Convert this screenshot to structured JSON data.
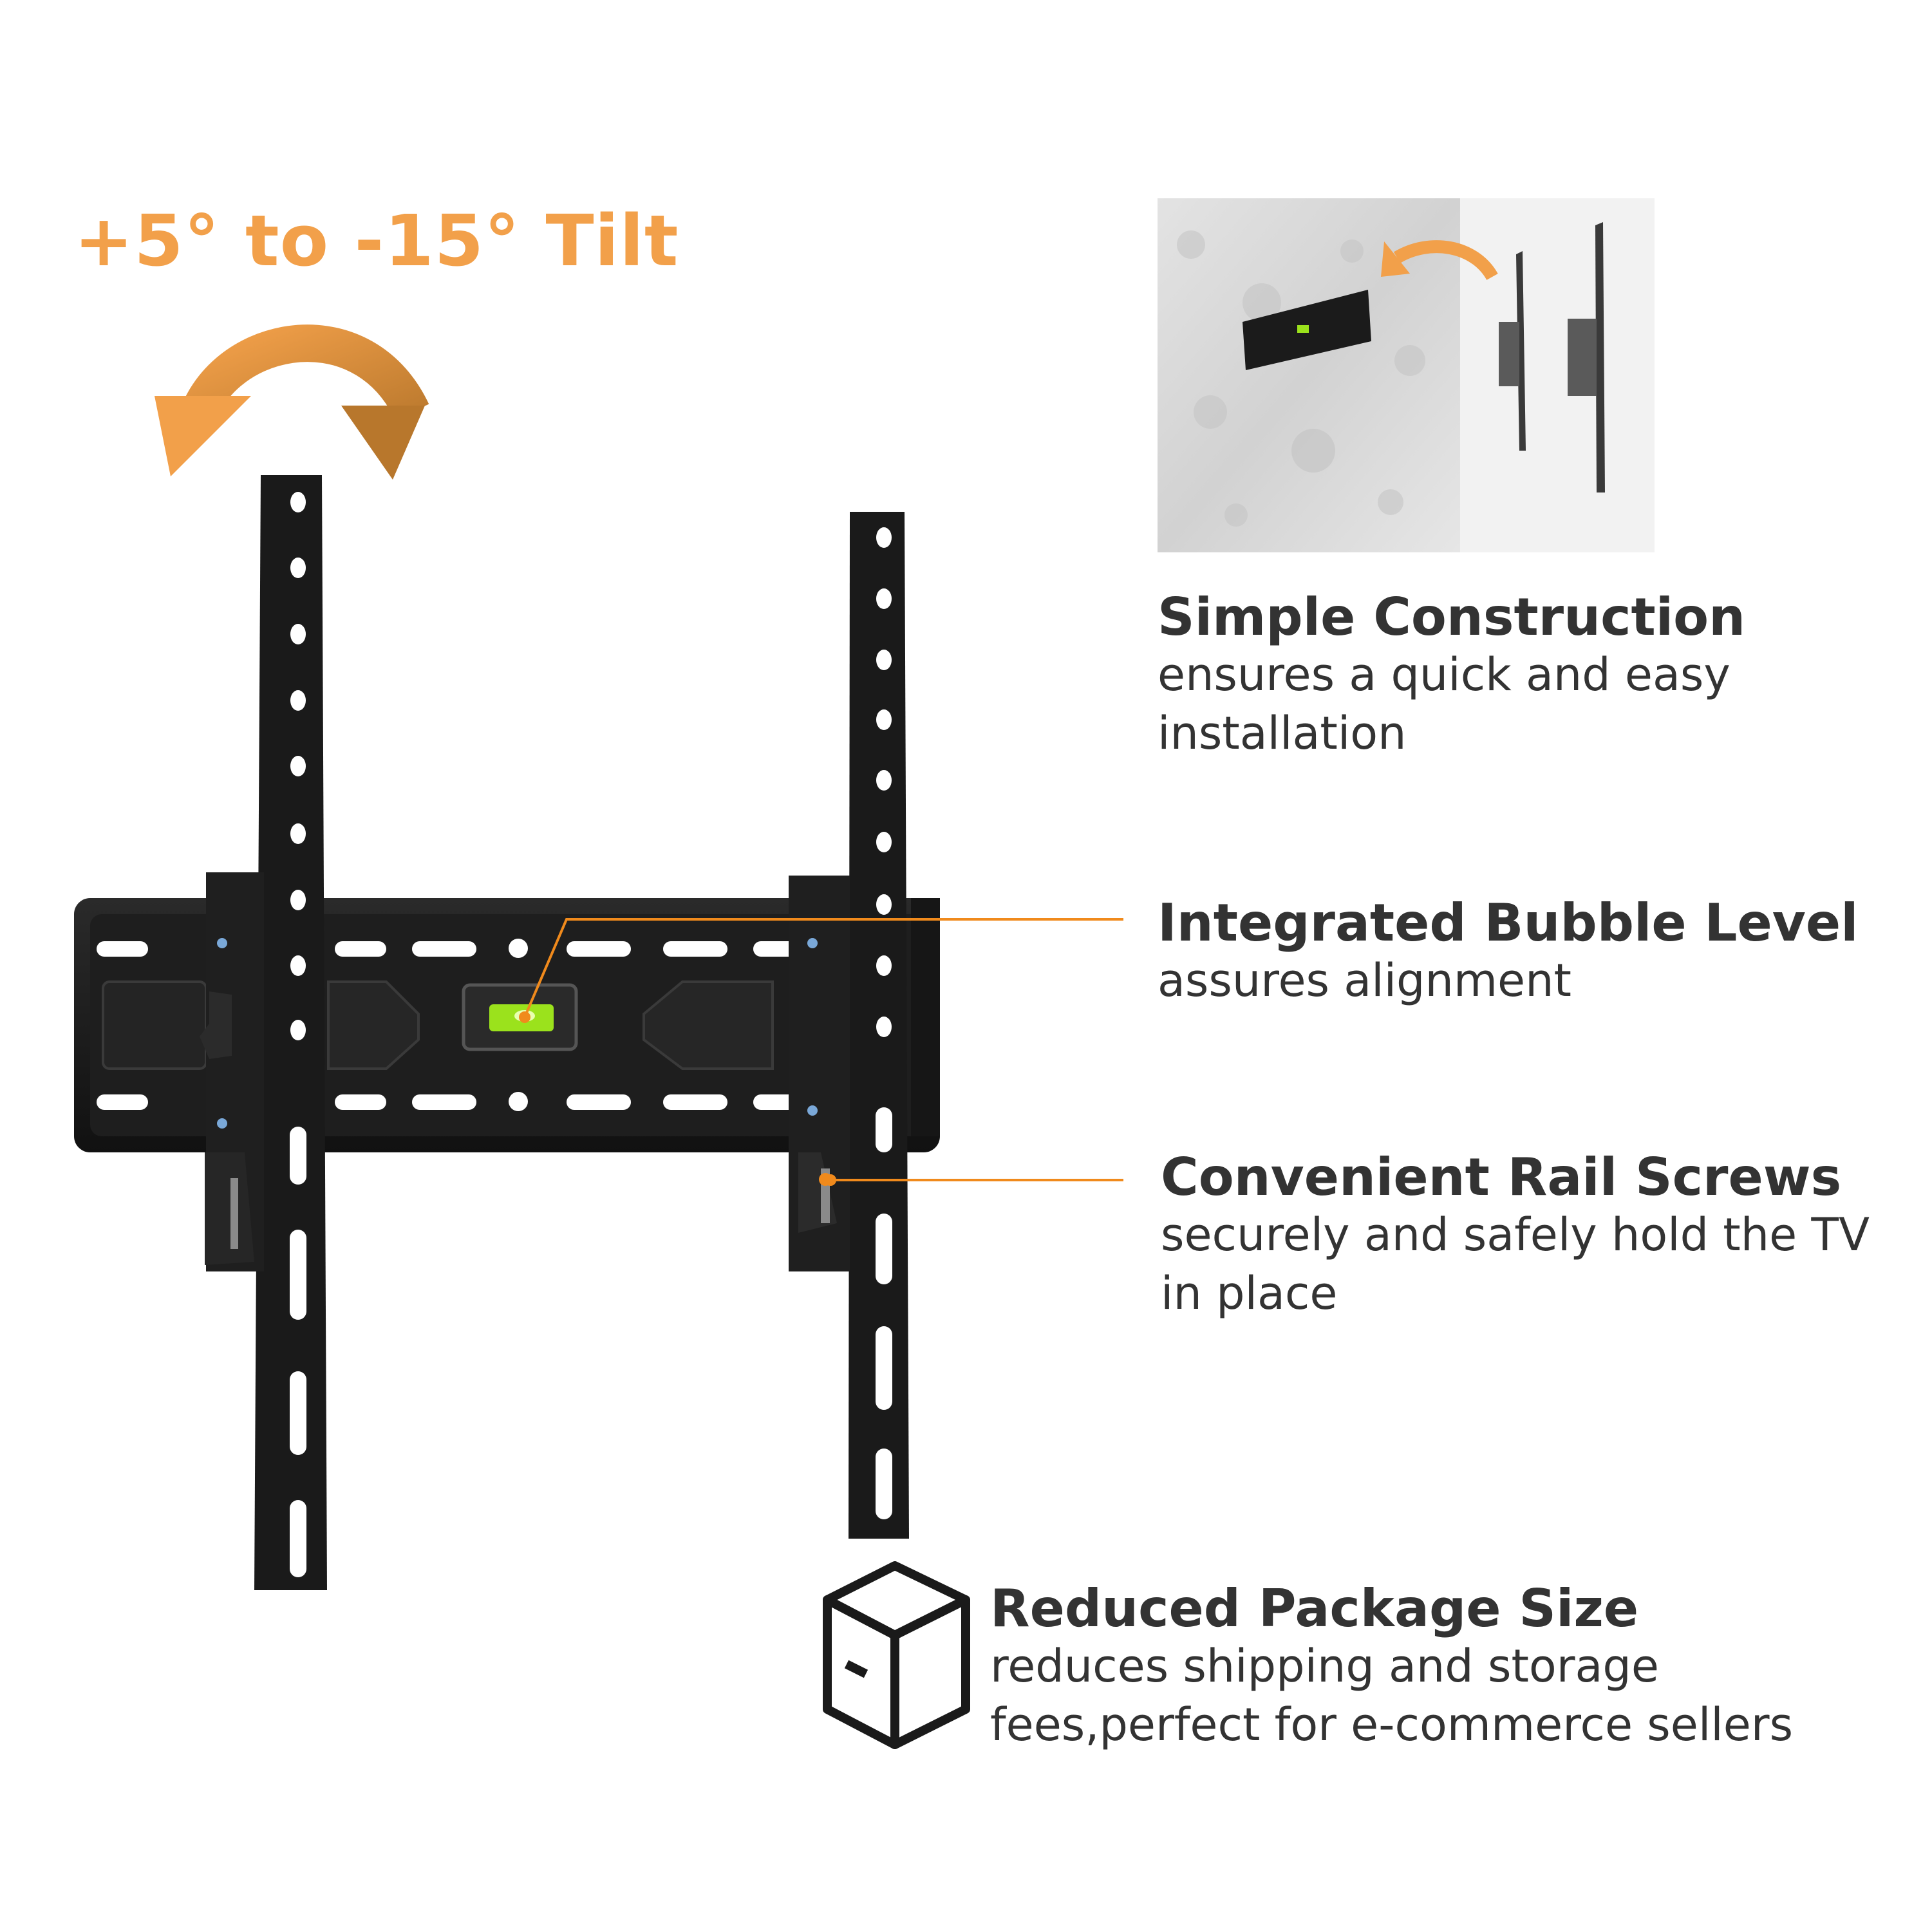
{
  "tilt": {
    "label": "+5° to -15° Tilt",
    "accent_color": "#f2a04a",
    "arrow_icon": "curved-double-arrow-icon"
  },
  "features": [
    {
      "title": "Simple Construction",
      "description": "ensures a quick and easy installation",
      "icon": "wall-install-image"
    },
    {
      "title": "Integrated Bubble Level",
      "description": "assures alignment",
      "icon": "bubble-level"
    },
    {
      "title": "Convenient Rail Screws",
      "description": "securely and safely hold the TV in place",
      "icon": "rail-screw"
    },
    {
      "title": "Reduced Package Size",
      "description": "reduces shipping and storage fees,perfect for e-commerce sellers",
      "icon": "box-icon"
    }
  ],
  "colors": {
    "accent": "#f2a04a",
    "callout_line": "#f08a1c",
    "text": "#333333",
    "mount": "#1a1a1a",
    "bubble": "#9be21c"
  }
}
